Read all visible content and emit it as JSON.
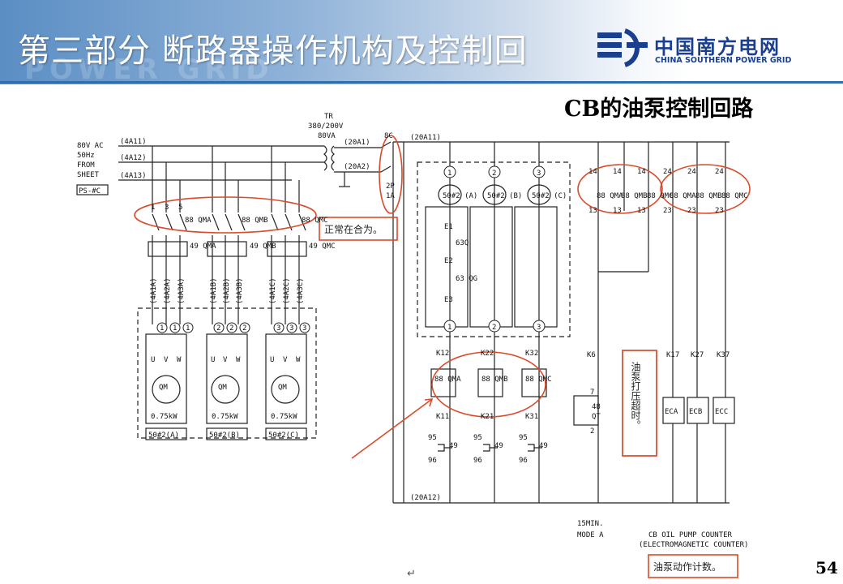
{
  "slide": {
    "title": "第三部分  断路器操作机构及控制回",
    "watermark": "POWER GRID",
    "subtitle": "CB的油泵控制回路",
    "page_number": "54",
    "return_mark": "↵"
  },
  "logo": {
    "cn": "中国南方电网",
    "en": "CHINA SOUTHERN POWER GRID"
  },
  "diagram": {
    "source_label": [
      "80V AC",
      "50Hz",
      "FROM",
      "SHEET",
      "PS-#C"
    ],
    "bus_labels": [
      "(4A11)",
      "(4A12)",
      "(4A13)"
    ],
    "transformer": [
      "TR",
      "380/200V",
      "80VA"
    ],
    "transformer_taps": [
      "(20A1)",
      "(20A2)",
      "(20A11)",
      "(20A12)"
    ],
    "switch_8c": [
      "8C",
      "2P",
      "1A"
    ],
    "contact_numbers": [
      "1",
      "3",
      "5"
    ],
    "pump_contactors": [
      "88 QMA",
      "88 QMB",
      "88 QMC"
    ],
    "thermal_relays": [
      "49 QMA",
      "49 QMB",
      "49 QMC"
    ],
    "motor_wires": [
      "(4A1A)",
      "(4A2A)",
      "(4A3A)",
      "(4A1B)",
      "(4A2B)",
      "(4A3B)",
      "(4A1C)",
      "(4A2C)",
      "(4A3C)"
    ],
    "phase_labels": [
      "U",
      "V",
      "W"
    ],
    "motor_name": "QM",
    "motor_rating": "0.75kW",
    "motor_tags": [
      "50#2(A)",
      "50#2(B)",
      "50#2(C)"
    ],
    "circle_nums": [
      "1",
      "2",
      "3"
    ],
    "pressure_tags": [
      "50#2 (A)",
      "50#2 (B)",
      "50#2 (C)"
    ],
    "pressure_contacts": [
      "E1",
      "63Q",
      "E2",
      "63 QG",
      "E3"
    ],
    "wire_k": [
      "K12",
      "K22",
      "K32",
      "K11",
      "K21",
      "K31",
      "K6",
      "K17",
      "K27",
      "K37"
    ],
    "coil_labels": [
      "88 QMA",
      "88 QMB",
      "88 QMC"
    ],
    "thermal_contact": [
      "95",
      "96",
      "49"
    ],
    "timer": [
      "48",
      "QT"
    ],
    "timer_pins": [
      "7",
      "2"
    ],
    "aux_numbers": [
      "14",
      "13",
      "24",
      "23"
    ],
    "counters": [
      "ECA",
      "ECB",
      "ECC"
    ],
    "mode_label": [
      "15MIN.",
      "MODE A"
    ],
    "counter_caption": [
      "CB OIL PUMP COUNTER",
      "(ELECTROMAGNETIC COUNTER)"
    ],
    "annotations": {
      "normally_closed": "正常在合为。",
      "pump_timeout": "油泵打压超时。",
      "pump_count": "油泵动作计数。"
    },
    "colors": {
      "annotation": "#d94b2a",
      "wire": "#222222",
      "header_rule": "#2f6fb0",
      "logo": "#1a3f8f"
    }
  }
}
